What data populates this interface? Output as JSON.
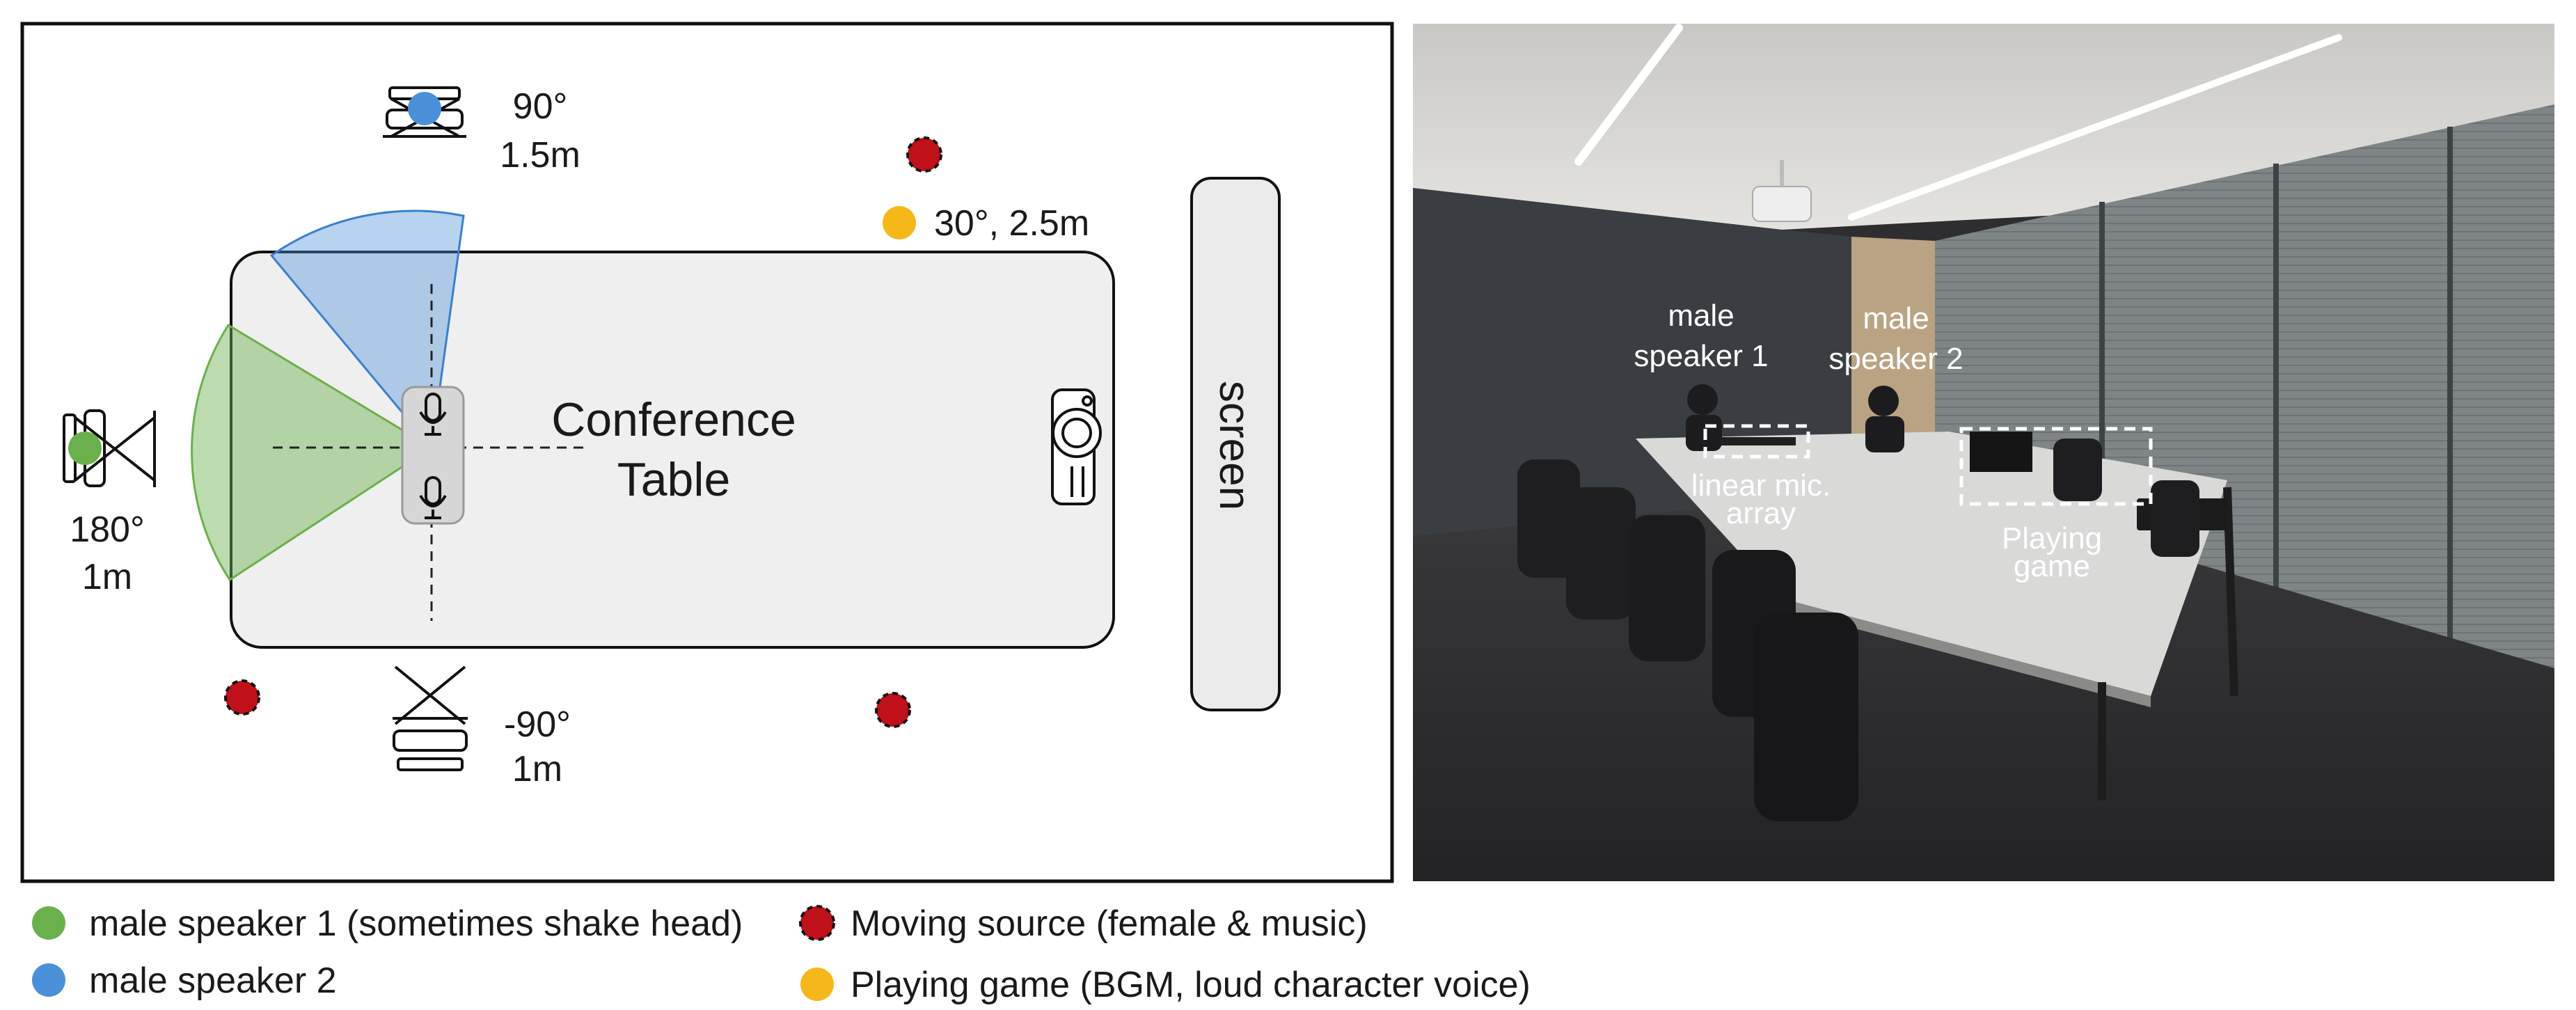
{
  "diagram": {
    "table_label_line1": "Conference",
    "table_label_line2": "Table",
    "screen_label": "screen",
    "top_seat": {
      "angle": "90°",
      "distance": "1.5m"
    },
    "left_seat": {
      "angle": "180°",
      "distance": "1m"
    },
    "bottom_seat": {
      "angle": "-90°",
      "distance": "1m"
    },
    "game_source": "30°, 2.5m"
  },
  "photo": {
    "speaker1_line1": "male",
    "speaker1_line2": "speaker 1",
    "speaker2_line1": "male",
    "speaker2_line2": "speaker 2",
    "array_line1": "linear mic.",
    "array_line2": "array",
    "game_line1": "Playing",
    "game_line2": "game"
  },
  "legend": {
    "green": "male speaker 1 (sometimes shake head)",
    "blue": "male speaker 2",
    "moving": "Moving source (female & music)",
    "yellow": "Playing game (BGM, loud character voice)"
  },
  "colors": {
    "speaker1": "#6ab04c",
    "speaker2": "#4a90d9",
    "moving_source": "#c0101a",
    "game": "#f6b818",
    "table_fill": "#efefef"
  }
}
